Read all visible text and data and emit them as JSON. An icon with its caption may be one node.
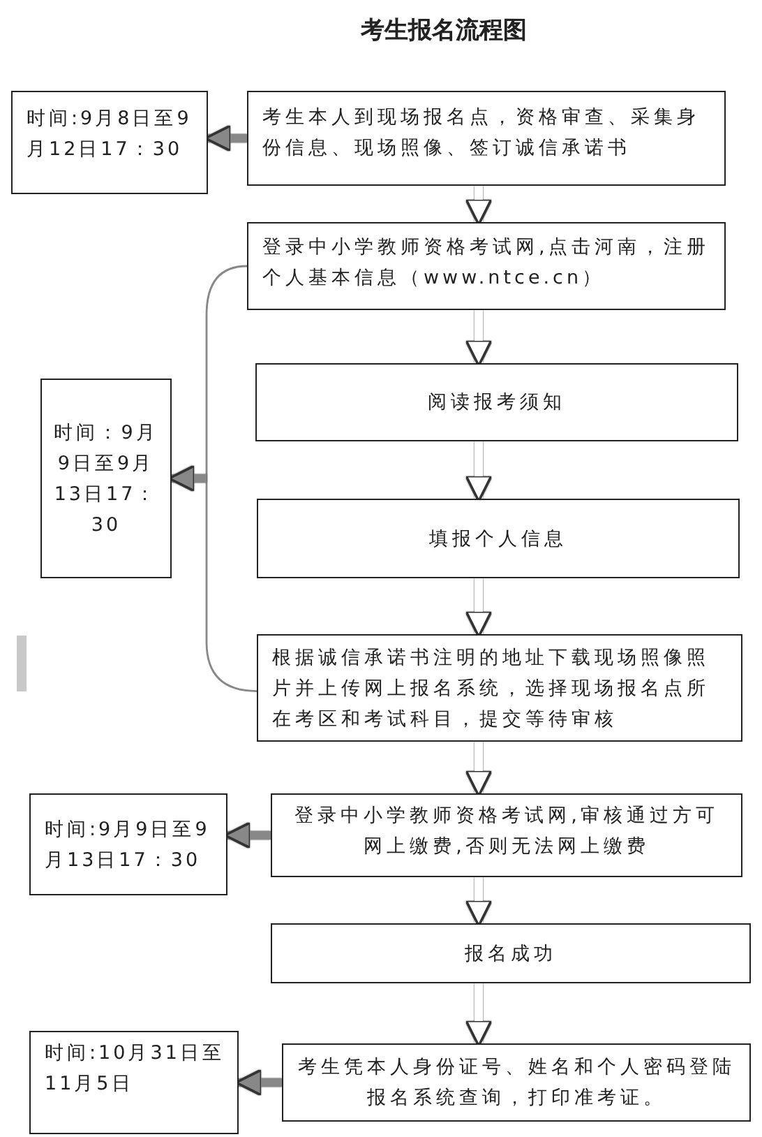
{
  "diagram": {
    "title": "考生报名流程图",
    "nodes": [
      {
        "text": [
          "时间:9月8日至9月12日17：30"
        ]
      },
      {
        "text": [
          "考生本人到现场报名点，资格审查、采集身份信息、现场照像、签订诚信承诺书"
        ]
      },
      {
        "text": [
          "登录中小学教师资格考试网,点击河南，注册个人基本信息（www.ntce.cn）"
        ]
      },
      {
        "text": [
          "时间：9月9日至9月13日17：30"
        ]
      },
      {
        "text": [
          "阅读报考须知"
        ]
      },
      {
        "text": [
          "填报个人信息"
        ]
      },
      {
        "text": [
          "根据诚信承诺书注明的地址下载现场照像照片并上传网上报名系统，选择现场报名点所在考区和考试科目，提交等待审核"
        ]
      },
      {
        "text": [
          "时间:9月9日至9月13日17：30"
        ]
      },
      {
        "text": [
          "登录中小学教师资格考试网,审核通过方可网上缴费,否则无法网上缴费"
        ]
      },
      {
        "text": [
          "报名成功"
        ]
      },
      {
        "text": [
          "时间:10月31日至11月5日"
        ]
      },
      {
        "text": [
          "考生凭本人身份证号、姓名和个人密码登陆报名系统查询，打印准考证。"
        ]
      }
    ],
    "edges": [
      {
        "from": 1,
        "to": 0,
        "arrow": "to",
        "color": "#888888"
      },
      {
        "from": 1,
        "to": 2,
        "arrow": "to"
      },
      {
        "from": 2,
        "to": 4,
        "arrow": "to"
      },
      {
        "from": 4,
        "to": 5,
        "arrow": "to"
      },
      {
        "from": 5,
        "to": 6,
        "arrow": "to"
      },
      {
        "from": 2,
        "to": 3,
        "arrow": "to",
        "color": "#888888"
      },
      {
        "from": 6,
        "to": 3,
        "arrow": "to",
        "color": "#888888"
      },
      {
        "from": 6,
        "to": 8,
        "arrow": "to"
      },
      {
        "from": 8,
        "to": 7,
        "arrow": "to",
        "color": "#888888"
      },
      {
        "from": 8,
        "to": 9,
        "arrow": "to"
      },
      {
        "from": 9,
        "to": 11,
        "arrow": "to"
      },
      {
        "from": 11,
        "to": 10,
        "arrow": "to",
        "color": "#888888"
      }
    ]
  }
}
